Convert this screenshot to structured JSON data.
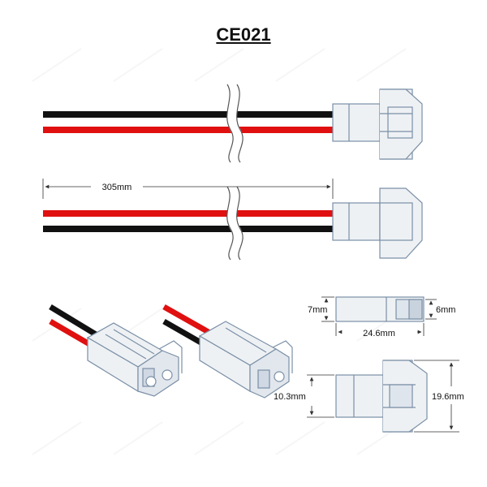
{
  "title": "CE021",
  "dimensions": {
    "cable_length": "305mm",
    "housing_height_left": "7mm",
    "housing_height_right": "6mm",
    "housing_length": "24.6mm",
    "front_inner": "10.3mm",
    "front_outer": "19.6mm"
  },
  "colors": {
    "wire_red": "#e01010",
    "wire_black": "#111111",
    "housing_fill": "#eef1f4",
    "housing_stroke": "#7a8fa6",
    "watermark": "#f2f2f2",
    "dimension_line": "#333333"
  },
  "icons": [
    "break-mark-icon",
    "connector-housing-icon"
  ]
}
